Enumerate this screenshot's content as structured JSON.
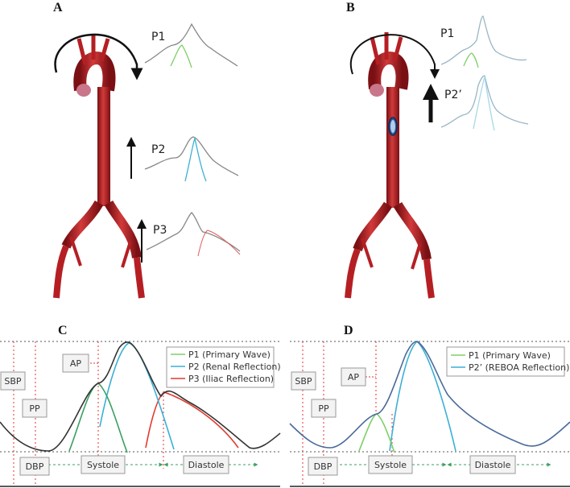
{
  "colors": {
    "primary_wave": "#7fcf6a",
    "reflection": "#3ab0d6",
    "iliac": "#e03a2e",
    "composite": "#333333",
    "reboa_composite": "#4a6a9a",
    "aorta": "#b51f24",
    "guide_red": "#e53030",
    "guide_green": "#3aa060"
  },
  "panels": {
    "A": {
      "letter": "A",
      "waves": [
        {
          "label": "P1",
          "arrow": "curved-clockwise"
        },
        {
          "label": "P2",
          "arrow": "up"
        },
        {
          "label": "P3",
          "arrow": "up"
        }
      ]
    },
    "B": {
      "letter": "B",
      "waves": [
        {
          "label": "P1",
          "arrow": "curved-clockwise"
        },
        {
          "label": "P2’",
          "arrow": "bold-up"
        }
      ]
    },
    "C": {
      "letter": "C",
      "boxes": {
        "sbp": "SBP",
        "pp": "PP",
        "ap": "AP",
        "dbp": "DBP",
        "systole": "Systole",
        "diastole": "Diastole"
      },
      "legend": [
        {
          "name": "P1 (Primary Wave)",
          "color": "#7fcf6a"
        },
        {
          "name": "P2 (Renal Reflection)",
          "color": "#3ab0d6"
        },
        {
          "name": "P3 (Iliac Reflection)",
          "color": "#e03a2e"
        }
      ]
    },
    "D": {
      "letter": "D",
      "boxes": {
        "sbp": "SBP",
        "pp": "PP",
        "ap": "AP",
        "dbp": "DBP",
        "systole": "Systole",
        "diastole": "Diastole"
      },
      "legend": [
        {
          "name": "P1  (Primary Wave)",
          "color": "#7fcf6a"
        },
        {
          "name": "P2’ (REBOA Reflection)",
          "color": "#3ab0d6"
        }
      ]
    }
  }
}
